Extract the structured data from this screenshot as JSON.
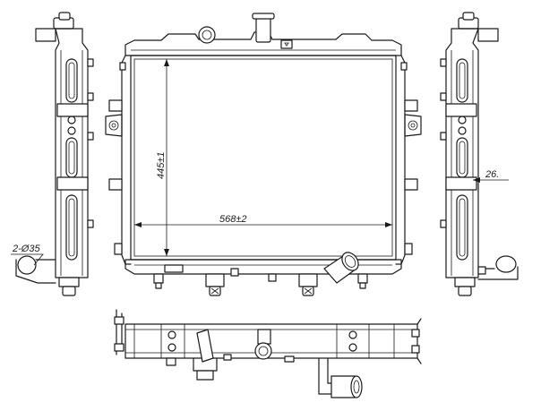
{
  "dimensions": {
    "width_label": "568±2",
    "height_label": "445±1",
    "pipe_label": "2-Ø35",
    "depth_label": "26."
  },
  "colors": {
    "line": "#1a1a1a",
    "background": "#ffffff"
  }
}
